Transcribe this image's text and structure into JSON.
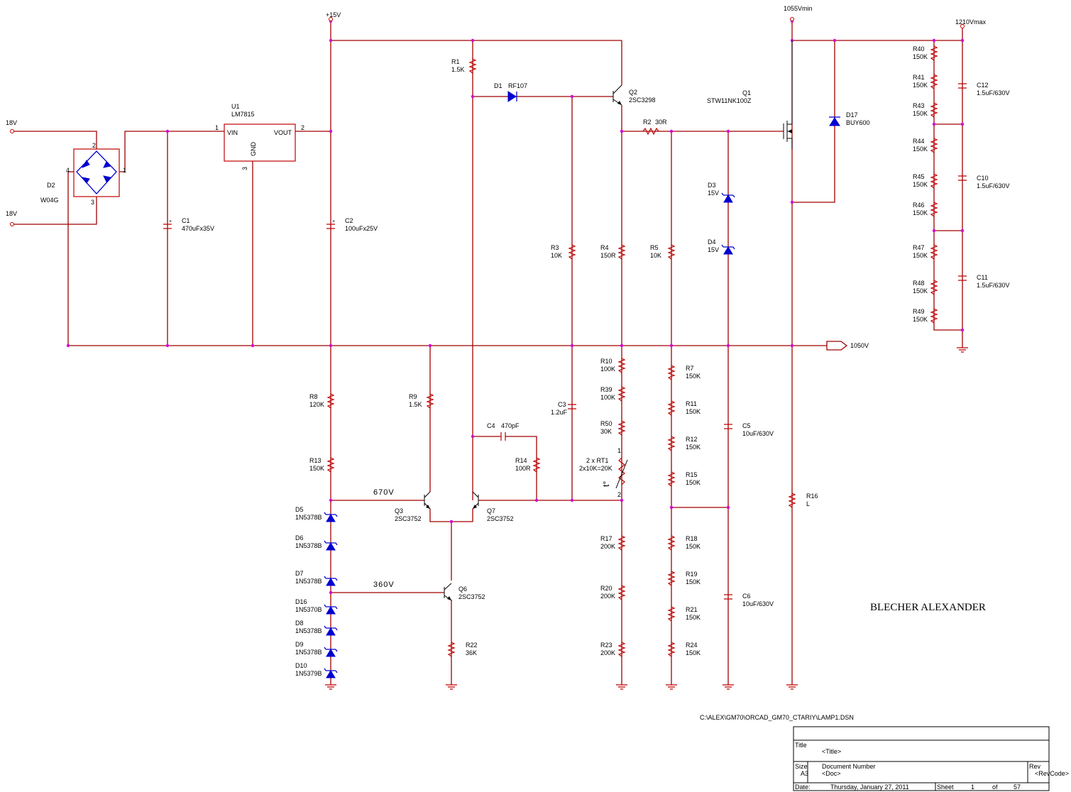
{
  "rails": {
    "v15": "+15V",
    "v1055": "1055Vmin",
    "v1210": "1210Vmax",
    "out1050": "1050V",
    "in18a": "18V",
    "in18b": "18V"
  },
  "signals": {
    "n670": "670V",
    "n360": "360V"
  },
  "components": {
    "U1": {
      "ref": "U1",
      "value": "LM7815",
      "vin": "VIN",
      "vout": "VOUT",
      "gnd": "GND",
      "p1": "1",
      "p2": "2",
      "p3": "3"
    },
    "D2": {
      "ref": "D2",
      "value": "W04G",
      "p1": "1",
      "p2": "2",
      "p3": "3",
      "p4": "4"
    },
    "C1": {
      "ref": "C1",
      "value": "470uFx35V"
    },
    "C2": {
      "ref": "C2",
      "value": "100uFx25V"
    },
    "R1": {
      "ref": "R1",
      "value": "1.5K"
    },
    "D1": {
      "ref": "D1",
      "value": "RF107"
    },
    "Q2": {
      "ref": "Q2",
      "value": "2SC3298"
    },
    "R2": {
      "ref": "R2",
      "value": "30R"
    },
    "Q1": {
      "ref": "Q1",
      "value": "STW11NK100Z"
    },
    "D17": {
      "ref": "D17",
      "value": "BUY600"
    },
    "D3": {
      "ref": "D3",
      "value": "15V"
    },
    "D4": {
      "ref": "D4",
      "value": "15V"
    },
    "R3": {
      "ref": "R3",
      "value": "10K"
    },
    "R4": {
      "ref": "R4",
      "value": "150R"
    },
    "R5": {
      "ref": "R5",
      "value": "10K"
    },
    "R40": {
      "ref": "R40",
      "value": "150K"
    },
    "R41": {
      "ref": "R41",
      "value": "150K"
    },
    "R43": {
      "ref": "R43",
      "value": "150K"
    },
    "R44": {
      "ref": "R44",
      "value": "150K"
    },
    "R45": {
      "ref": "R45",
      "value": "150K"
    },
    "R46": {
      "ref": "R46",
      "value": "150K"
    },
    "R47": {
      "ref": "R47",
      "value": "150K"
    },
    "R48": {
      "ref": "R48",
      "value": "150K"
    },
    "R49": {
      "ref": "R49",
      "value": "150K"
    },
    "C12": {
      "ref": "C12",
      "value": "1.5uF/630V"
    },
    "C10": {
      "ref": "C10",
      "value": "1.5uF/630V"
    },
    "C11": {
      "ref": "C11",
      "value": "1.5uF/630V"
    },
    "R8": {
      "ref": "R8",
      "value": "120K"
    },
    "R13": {
      "ref": "R13",
      "value": "150K"
    },
    "R9": {
      "ref": "R9",
      "value": "1.5K"
    },
    "C4": {
      "ref": "C4",
      "value": "470pF"
    },
    "R14": {
      "ref": "R14",
      "value": "100R"
    },
    "C3": {
      "ref": "C3",
      "value": "1.2uF"
    },
    "R10": {
      "ref": "R10",
      "value": "100K"
    },
    "R39": {
      "ref": "R39",
      "value": "100K"
    },
    "R50": {
      "ref": "R50",
      "value": "30K"
    },
    "RT1": {
      "ref": "2 x RT1",
      "value": "2x10K=20K",
      "p1": "1",
      "p2": "2",
      "t": "t°"
    },
    "R7": {
      "ref": "R7",
      "value": "150K"
    },
    "R11": {
      "ref": "R11",
      "value": "150K"
    },
    "R12": {
      "ref": "R12",
      "value": "150K"
    },
    "R15": {
      "ref": "R15",
      "value": "150K"
    },
    "R18": {
      "ref": "R18",
      "value": "150K"
    },
    "R19": {
      "ref": "R19",
      "value": "150K"
    },
    "R21": {
      "ref": "R21",
      "value": "150K"
    },
    "R24": {
      "ref": "R24",
      "value": "150K"
    },
    "C5": {
      "ref": "C5",
      "value": "10uF/630V"
    },
    "C6": {
      "ref": "C6",
      "value": "10uF/630V"
    },
    "R16": {
      "ref": "R16",
      "value": "L"
    },
    "Q3": {
      "ref": "Q3",
      "value": "2SC3752"
    },
    "Q7": {
      "ref": "Q7",
      "value": "2SC3752"
    },
    "Q6": {
      "ref": "Q6",
      "value": "2SC3752"
    },
    "R22": {
      "ref": "R22",
      "value": "36K"
    },
    "R17": {
      "ref": "R17",
      "value": "200K"
    },
    "R20": {
      "ref": "R20",
      "value": "200K"
    },
    "R23": {
      "ref": "R23",
      "value": "200K"
    },
    "D5": {
      "ref": "D5",
      "value": "1N5378B"
    },
    "D6": {
      "ref": "D6",
      "value": "1N5378B"
    },
    "D7": {
      "ref": "D7",
      "value": "1N5378B"
    },
    "D16": {
      "ref": "D16",
      "value": "1N5370B"
    },
    "D8": {
      "ref": "D8",
      "value": "1N5378B"
    },
    "D9": {
      "ref": "D9",
      "value": "1N5378B"
    },
    "D10": {
      "ref": "D10",
      "value": "1N5379B"
    }
  },
  "author": "BLECHER ALEXANDER",
  "file_path": "C:\\ALEX\\GM70\\ORCAD_GM70_CTARIY\\LAMP1.DSN",
  "title_block": {
    "title_label": "Title",
    "title_value": "<Title>",
    "size_label": "Size",
    "size_value": "A3",
    "docnum_label": "Document Number",
    "docnum_value": "<Doc>",
    "rev_label": "Rev",
    "rev_value": "<RevCode>",
    "date_label": "Date:",
    "date_value": "Thursday, January 27, 2011",
    "sheet_label": "Sheet",
    "sheet_value": "1",
    "of_label": "of",
    "of_value": "57"
  }
}
